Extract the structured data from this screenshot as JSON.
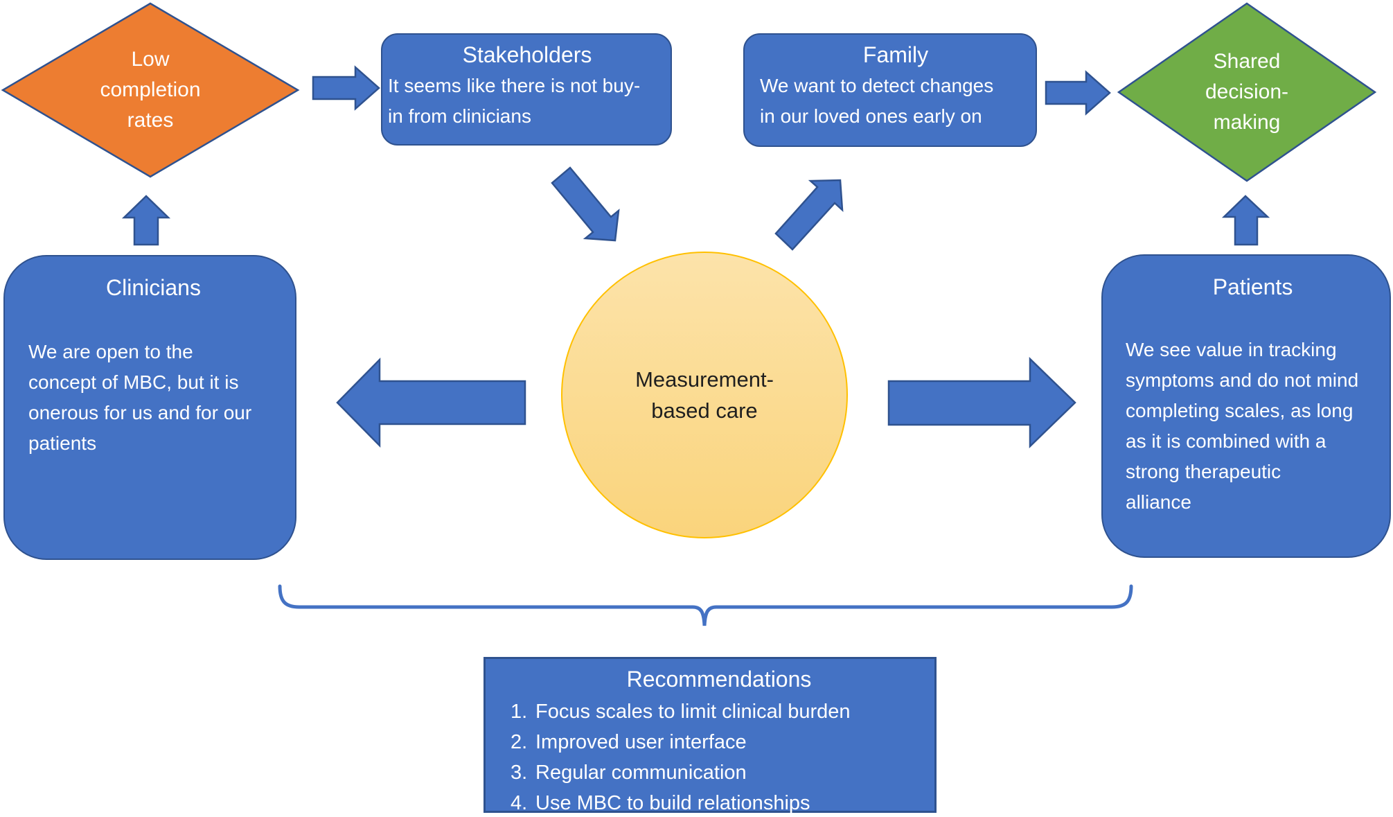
{
  "figure": {
    "center": {
      "label": "Measurement-\nbased care"
    },
    "diamonds": {
      "low_completion": {
        "label": "Low\ncompletion\nrates"
      },
      "shared_decision": {
        "label": "Shared\ndecision-\nmaking"
      }
    },
    "boxes": {
      "stakeholders": {
        "title": "Stakeholders",
        "body": "It seems like there is not buy-\nin from clinicians"
      },
      "family": {
        "title": "Family",
        "body": "We want to detect changes\nin our loved ones early on"
      },
      "clinicians": {
        "title": "Clinicians",
        "body": "We are open to the\nconcept of MBC, but it is\nonerous for us and for our\npatients"
      },
      "patients": {
        "title": "Patients",
        "body": "We see value in tracking\nsymptoms and do not mind\ncompleting scales, as long\nas it is combined with a\nstrong therapeutic\nalliance"
      }
    },
    "recommendations": {
      "title": "Recommendations",
      "items": [
        {
          "num": "1.",
          "text": "Focus scales to limit clinical burden"
        },
        {
          "num": "2.",
          "text": "Improved user interface"
        },
        {
          "num": "3.",
          "text": "Regular communication"
        },
        {
          "num": "4.",
          "text": "Use MBC to build relationships"
        }
      ]
    }
  },
  "colors": {
    "blue_fill": "#4472C4",
    "blue_border": "#2F528F",
    "orange_fill": "#ED7D31",
    "green_fill": "#70AD47",
    "diamond_border": "#2F528F",
    "circle_fill_top": "#FCE3AA",
    "circle_fill_bottom": "#FAD47C",
    "circle_border": "#FFC000",
    "text_light": "#FFFFFF",
    "text_dark": "#1F1F1F",
    "background": "#FFFFFF"
  }
}
